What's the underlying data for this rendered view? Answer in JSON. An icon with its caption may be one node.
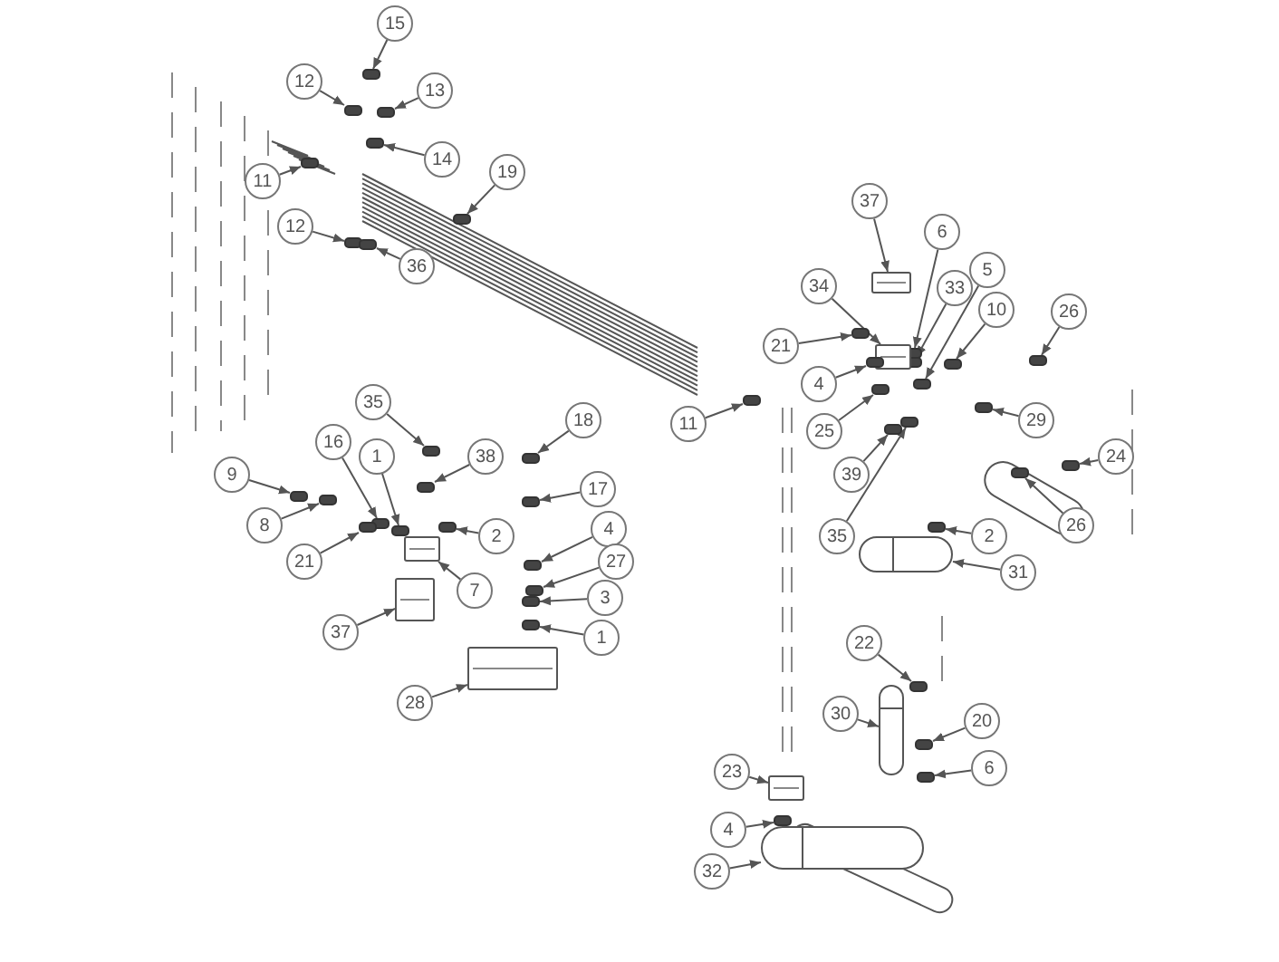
{
  "diagram": {
    "nodes": [
      {
        "text": [
          "15"
        ]
      },
      {
        "text": [
          "12"
        ]
      },
      {
        "text": [
          "13"
        ]
      },
      {
        "text": [
          "14"
        ]
      },
      {
        "text": [
          "19"
        ]
      },
      {
        "text": [
          "11"
        ]
      },
      {
        "text": [
          "37"
        ]
      },
      {
        "text": [
          "12"
        ]
      },
      {
        "text": [
          "6"
        ]
      },
      {
        "text": [
          "36"
        ]
      },
      {
        "text": [
          "5"
        ]
      },
      {
        "text": [
          "33"
        ]
      },
      {
        "text": [
          "34"
        ]
      },
      {
        "text": [
          "10"
        ]
      },
      {
        "text": [
          "26"
        ]
      },
      {
        "text": [
          "21"
        ]
      },
      {
        "text": [
          "4"
        ]
      },
      {
        "text": [
          "25"
        ]
      },
      {
        "text": [
          "29"
        ]
      },
      {
        "text": [
          "11"
        ]
      },
      {
        "text": [
          "35"
        ]
      },
      {
        "text": [
          "18"
        ]
      },
      {
        "text": [
          "39"
        ]
      },
      {
        "text": [
          "24"
        ]
      },
      {
        "text": [
          "1"
        ]
      },
      {
        "text": [
          "16"
        ]
      },
      {
        "text": [
          "38"
        ]
      },
      {
        "text": [
          "17"
        ]
      },
      {
        "text": [
          "26"
        ]
      },
      {
        "text": [
          "9"
        ]
      },
      {
        "text": [
          "35"
        ]
      },
      {
        "text": [
          "8"
        ]
      },
      {
        "text": [
          "2"
        ]
      },
      {
        "text": [
          "4"
        ]
      },
      {
        "text": [
          "2"
        ]
      },
      {
        "text": [
          "21"
        ]
      },
      {
        "text": [
          "31"
        ]
      },
      {
        "text": [
          "27"
        ]
      },
      {
        "text": [
          "7"
        ]
      },
      {
        "text": [
          "3"
        ]
      },
      {
        "text": [
          "1"
        ]
      },
      {
        "text": [
          "37"
        ]
      },
      {
        "text": [
          "22"
        ]
      },
      {
        "text": [
          "28"
        ]
      },
      {
        "text": [
          "30"
        ]
      },
      {
        "text": [
          "20"
        ]
      },
      {
        "text": [
          "6"
        ]
      },
      {
        "text": [
          "23"
        ]
      },
      {
        "text": [
          "4"
        ]
      },
      {
        "text": [
          "32"
        ]
      },
      {
        "text": [],
        "shape": "bar"
      },
      {
        "text": [],
        "shape": "bar"
      },
      {
        "text": [],
        "shape": "bar"
      },
      {
        "text": [],
        "shape": "bar"
      },
      {
        "text": [],
        "shape": "bar"
      },
      {
        "text": [],
        "shape": "bar"
      },
      {
        "text": [],
        "shape": "box"
      },
      {
        "text": [],
        "shape": "bar"
      },
      {
        "text": [],
        "shape": "bar"
      },
      {
        "text": [],
        "shape": "bar"
      },
      {
        "text": [],
        "shape": "bar"
      },
      {
        "text": [],
        "shape": "bar"
      },
      {
        "text": [],
        "shape": "box"
      },
      {
        "text": [],
        "shape": "bar"
      },
      {
        "text": [],
        "shape": "bar"
      },
      {
        "text": [],
        "shape": "bar"
      },
      {
        "text": [],
        "shape": "bar"
      },
      {
        "text": [],
        "shape": "bar"
      },
      {
        "text": [],
        "shape": "bar"
      },
      {
        "text": [],
        "shape": "bar"
      },
      {
        "text": [],
        "shape": "bar"
      },
      {
        "text": [],
        "shape": "bar"
      },
      {
        "text": [],
        "shape": "bar"
      },
      {
        "text": [],
        "shape": "bar"
      },
      {
        "text": [],
        "shape": "bar"
      },
      {
        "text": [],
        "shape": "bar"
      },
      {
        "text": [],
        "shape": "bar"
      },
      {
        "text": [],
        "shape": "bar"
      },
      {
        "text": [],
        "shape": "bar"
      },
      {
        "text": [],
        "shape": "bar"
      },
      {
        "text": [],
        "shape": "bar"
      },
      {
        "text": [],
        "shape": "bar"
      },
      {
        "text": [],
        "shape": "bar"
      },
      {
        "text": [],
        "shape": "bar"
      },
      {
        "text": [],
        "shape": "bar"
      },
      {
        "text": [],
        "shape": "bar"
      },
      {
        "text": [],
        "shape": "cylinder"
      },
      {
        "text": [],
        "shape": "bar"
      },
      {
        "text": [],
        "shape": "box"
      },
      {
        "text": [],
        "shape": "bar"
      },
      {
        "text": [],
        "shape": "bar"
      },
      {
        "text": [],
        "shape": "box"
      },
      {
        "text": [],
        "shape": "bar"
      },
      {
        "text": [],
        "shape": "box"
      },
      {
        "text": [],
        "shape": "cylinder"
      },
      {
        "text": [],
        "shape": "bar"
      },
      {
        "text": [],
        "shape": "bar"
      },
      {
        "text": [],
        "shape": "box"
      },
      {
        "text": [],
        "shape": "bar"
      },
      {
        "text": [],
        "shape": "cylinder"
      }
    ],
    "edges": [
      {
        "from": 0,
        "to": 50,
        "arrow": "to"
      },
      {
        "from": 1,
        "to": 51,
        "arrow": "to"
      },
      {
        "from": 2,
        "to": 52,
        "arrow": "to"
      },
      {
        "from": 3,
        "to": 53,
        "arrow": "to"
      },
      {
        "from": 4,
        "to": 54,
        "arrow": "to"
      },
      {
        "from": 5,
        "to": 55,
        "arrow": "to"
      },
      {
        "from": 6,
        "to": 56,
        "arrow": "to"
      },
      {
        "from": 7,
        "to": 57,
        "arrow": "to"
      },
      {
        "from": 8,
        "to": 58,
        "arrow": "to"
      },
      {
        "from": 9,
        "to": 59,
        "arrow": "to"
      },
      {
        "from": 10,
        "to": 60,
        "arrow": "to"
      },
      {
        "from": 11,
        "to": 61,
        "arrow": "to"
      },
      {
        "from": 12,
        "to": 62,
        "arrow": "to"
      },
      {
        "from": 13,
        "to": 63,
        "arrow": "to"
      },
      {
        "from": 14,
        "to": 64,
        "arrow": "to"
      },
      {
        "from": 15,
        "to": 65,
        "arrow": "to"
      },
      {
        "from": 16,
        "to": 66,
        "arrow": "to"
      },
      {
        "from": 17,
        "to": 67,
        "arrow": "to"
      },
      {
        "from": 18,
        "to": 68,
        "arrow": "to"
      },
      {
        "from": 19,
        "to": 69,
        "arrow": "to"
      },
      {
        "from": 20,
        "to": 70,
        "arrow": "to"
      },
      {
        "from": 21,
        "to": 71,
        "arrow": "to"
      },
      {
        "from": 22,
        "to": 72,
        "arrow": "to"
      },
      {
        "from": 23,
        "to": 73,
        "arrow": "to"
      },
      {
        "from": 24,
        "to": 74,
        "arrow": "to"
      },
      {
        "from": 25,
        "to": 75,
        "arrow": "to"
      },
      {
        "from": 26,
        "to": 76,
        "arrow": "to"
      },
      {
        "from": 27,
        "to": 77,
        "arrow": "to"
      },
      {
        "from": 28,
        "to": 78,
        "arrow": "to"
      },
      {
        "from": 29,
        "to": 79,
        "arrow": "to"
      },
      {
        "from": 30,
        "to": 80,
        "arrow": "to"
      },
      {
        "from": 31,
        "to": 81,
        "arrow": "to"
      },
      {
        "from": 32,
        "to": 82,
        "arrow": "to"
      },
      {
        "from": 33,
        "to": 83,
        "arrow": "to"
      },
      {
        "from": 34,
        "to": 84,
        "arrow": "to"
      },
      {
        "from": 35,
        "to": 85,
        "arrow": "to"
      },
      {
        "from": 36,
        "to": 86,
        "arrow": "to"
      },
      {
        "from": 37,
        "to": 87,
        "arrow": "to"
      },
      {
        "from": 38,
        "to": 88,
        "arrow": "to"
      },
      {
        "from": 39,
        "to": 89,
        "arrow": "to"
      },
      {
        "from": 40,
        "to": 90,
        "arrow": "to"
      },
      {
        "from": 41,
        "to": 91,
        "arrow": "to"
      },
      {
        "from": 42,
        "to": 92,
        "arrow": "to"
      },
      {
        "from": 43,
        "to": 93,
        "arrow": "to"
      },
      {
        "from": 44,
        "to": 94,
        "arrow": "to"
      },
      {
        "from": 45,
        "to": 95,
        "arrow": "to"
      },
      {
        "from": 46,
        "to": 96,
        "arrow": "to"
      },
      {
        "from": 47,
        "to": 97,
        "arrow": "to"
      },
      {
        "from": 48,
        "to": 98,
        "arrow": "to"
      },
      {
        "from": 49,
        "to": 99,
        "arrow": "to"
      }
    ]
  }
}
